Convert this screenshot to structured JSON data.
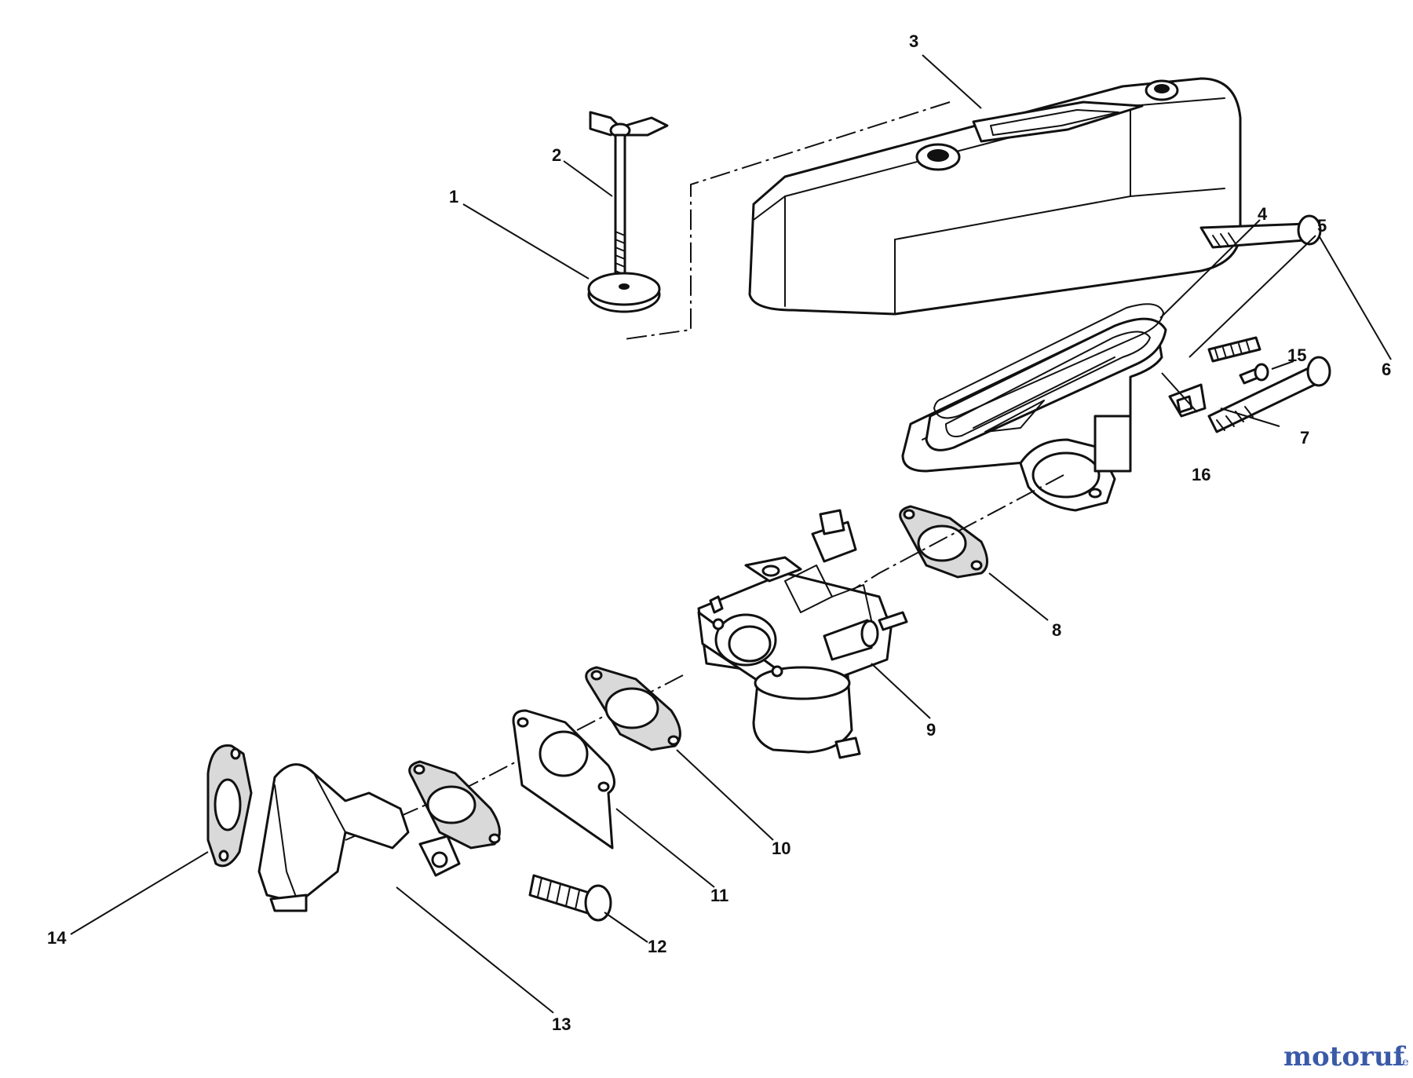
{
  "diagram": {
    "callouts": {
      "c1": "1",
      "c2": "2",
      "c3": "3",
      "c4": "4",
      "c5": "5",
      "c6": "6",
      "c7": "7",
      "c8": "8",
      "c9": "9",
      "c10": "10",
      "c11": "11",
      "c12": "12",
      "c13": "13",
      "c14": "14",
      "c15": "15",
      "c16": "16"
    },
    "watermark": {
      "brand": "motoruf",
      "suffix": ".de"
    }
  }
}
